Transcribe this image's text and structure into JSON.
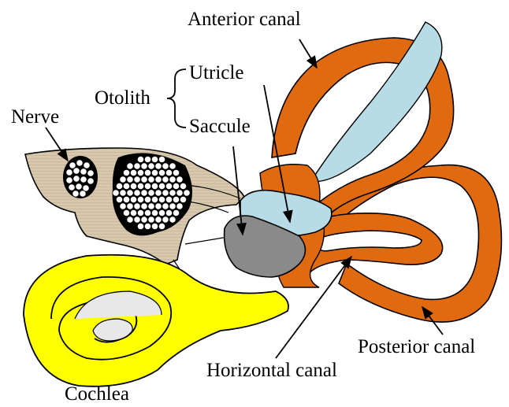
{
  "labels": {
    "anterior_canal": "Anterior canal",
    "utricle": "Utricle",
    "otolith": "Otolith",
    "saccule": "Saccule",
    "nerve": "Nerve",
    "posterior_canal": "Posterior canal",
    "horizontal_canal": "Horizontal canal",
    "cochlea": "Cochlea"
  },
  "colors": {
    "canal": "#e06a10",
    "utricle": "#b8dce6",
    "saccule": "#8a8a8a",
    "cochlea": "#ffff00",
    "nerve": "#d8c8ae",
    "outline": "#000000"
  }
}
